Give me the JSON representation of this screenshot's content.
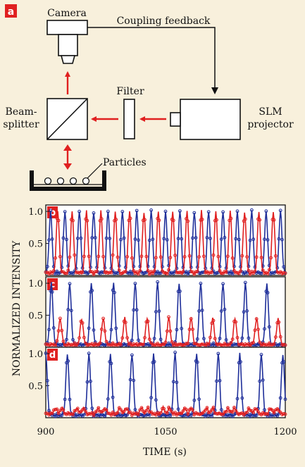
{
  "diagram": {
    "panel_label": "a",
    "camera": "Camera",
    "coupling_feedback": "Coupling feedback",
    "filter": "Filter",
    "beamsplitter_line1": "Beam-",
    "beamsplitter_line2": "splitter",
    "slm_line1": "SLM",
    "slm_line2": "projector",
    "particles": "Particles",
    "arrow_color": "#e02020"
  },
  "chart_data": [
    {
      "panel_label": "b",
      "type": "line",
      "xlim": [
        900,
        1200
      ],
      "ylim": [
        0,
        1.1
      ],
      "yticks": [
        0.5,
        1.0
      ],
      "series": [
        {
          "color": "#1f2f9a",
          "peak_times": [
            906,
            924,
            942,
            960,
            978,
            996,
            1014,
            1032,
            1050,
            1068,
            1086,
            1104,
            1122,
            1140,
            1158,
            1176,
            1194
          ],
          "peak_value": 1.0,
          "baseline": 0.04
        },
        {
          "color": "#e02020",
          "peak_times": [
            915,
            933,
            951,
            969,
            987,
            1005,
            1023,
            1041,
            1059,
            1077,
            1095,
            1113,
            1131,
            1149,
            1167,
            1185
          ],
          "peak_value": 1.0,
          "baseline": 0.04
        }
      ]
    },
    {
      "panel_label": "c",
      "type": "line",
      "xlim": [
        900,
        1200
      ],
      "ylim": [
        0,
        1.1
      ],
      "yticks": [
        0.5,
        1.0
      ],
      "series": [
        {
          "color": "#1f2f9a",
          "peak_times": [
            907,
            930,
            957,
            985,
            1012,
            1040,
            1067,
            1094,
            1122,
            1150,
            1177
          ],
          "peak_value": 1.0,
          "baseline": 0.04
        },
        {
          "color": "#e02020",
          "peak_times": [
            918,
            945,
            972,
            999,
            1027,
            1054,
            1082,
            1109,
            1137,
            1164,
            1191
          ],
          "peak_value": 0.45,
          "baseline": 0.04
        }
      ]
    },
    {
      "panel_label": "d",
      "type": "line",
      "xlim": [
        900,
        1200
      ],
      "ylim": [
        0,
        1.1
      ],
      "yticks": [
        0.5,
        1.0
      ],
      "series": [
        {
          "color": "#1f2f9a",
          "peak_times": [
            900,
            927,
            954,
            981,
            1008,
            1035,
            1062,
            1089,
            1116,
            1143,
            1170,
            1197
          ],
          "peak_value": 1.0,
          "baseline": 0.04
        },
        {
          "color": "#e02020",
          "peak_times": [
            912,
            920,
            939,
            947,
            966,
            974,
            993,
            1001,
            1020,
            1028,
            1047,
            1055,
            1074,
            1082,
            1101,
            1109,
            1128,
            1136,
            1155,
            1163,
            1182,
            1190
          ],
          "peak_value": 0.15,
          "baseline": 0.06
        }
      ]
    }
  ],
  "axes": {
    "ylabel": "NORMALIZED INTENSITY",
    "xlabel": "TIME (s)",
    "xticks": [
      900,
      1050,
      1200
    ],
    "xtick_labels": [
      "900",
      "1050",
      "1200"
    ],
    "ytick_labels": [
      "0.5",
      "1.0"
    ]
  }
}
